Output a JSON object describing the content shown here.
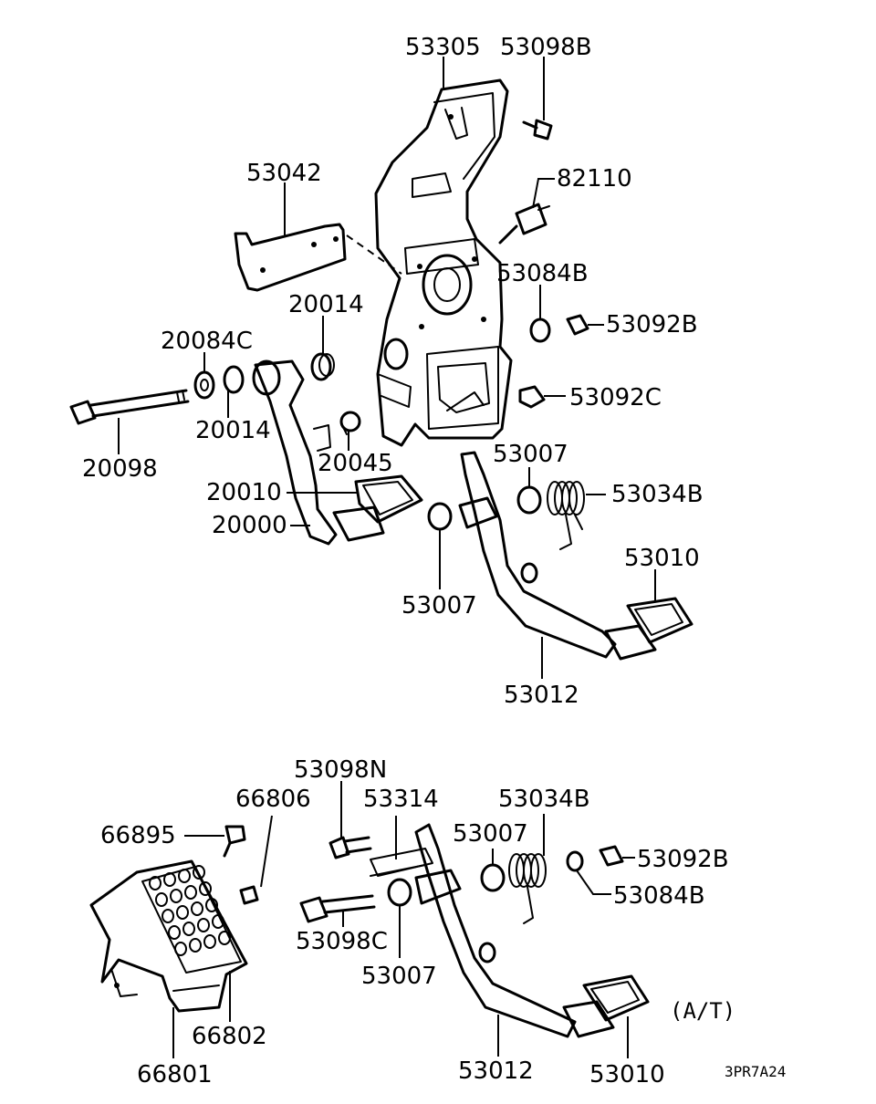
{
  "labels": {
    "53305": "53305",
    "53098B": "53098B",
    "82110": "82110",
    "53042": "53042",
    "53084B_top": "53084B",
    "53092B_top": "53092B",
    "20014_top": "20014",
    "20084C": "20084C",
    "53092C": "53092C",
    "20014_mid": "20014",
    "20098": "20098",
    "20045": "20045",
    "53007_top": "53007",
    "53034B_top": "53034B",
    "20010": "20010",
    "20000": "20000",
    "53010_top": "53010",
    "53007_mid": "53007",
    "53012_top": "53012",
    "53098N": "53098N",
    "66806": "66806",
    "53314": "53314",
    "53034B_bottom": "53034B",
    "66895": "66895",
    "53007_bottom_top": "53007",
    "53092B_bottom": "53092B",
    "53084B_bottom": "53084B",
    "53098C": "53098C",
    "53007_bottom_low": "53007",
    "66802": "66802",
    "53012_bottom": "53012",
    "66801": "66801",
    "53010_bottom": "53010"
  },
  "notes": {
    "transmission": "(A/T)",
    "figure_code": "3PR7A24"
  }
}
